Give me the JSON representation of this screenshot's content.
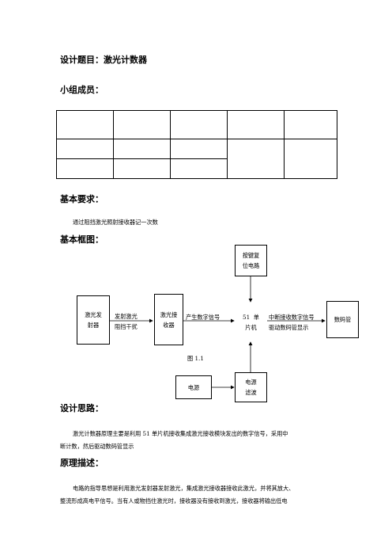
{
  "title": "设计题目：激光计数器",
  "members_heading": "小组成员：",
  "requirements_heading": "基本要求：",
  "requirements_text": "通过阻挡激光照射接收器记一次数",
  "diagram_heading": "基本框图：",
  "diagram": {
    "laser_emitter": [
      "激光发",
      "射器"
    ],
    "laser_receiver": [
      "激光接",
      "收器"
    ],
    "mcu": [
      "51  单",
      "片机"
    ],
    "display": "数码管",
    "reset_circuit": [
      "按键复",
      "位电路"
    ],
    "power": "电源",
    "power_filter": [
      "电源",
      "滤波"
    ],
    "label_emit": [
      "发射激光",
      "阻挡干扰"
    ],
    "label_signal": "产生数字信号",
    "label_interrupt": [
      "中断接收数字信号",
      "驱动数码管显示"
    ],
    "figure_caption": "图 1.1"
  },
  "idea_heading": "设计思路：",
  "idea_text": [
    "激光计数器原理主要是利用 51 单片机接收集成激光接收模块发出的数字信号，采用中",
    "断计数，然后驱动数码管显示"
  ],
  "principle_heading": "原理描述：",
  "principle_text": [
    "电路的指导思想是利用激光发射器发射激光，集成激光接收器接收此激光，并将其放大、",
    "整流形成高电平信号。当有人或物挡住激光时，接收器没有接收到激光，接收器将输出低电"
  ]
}
